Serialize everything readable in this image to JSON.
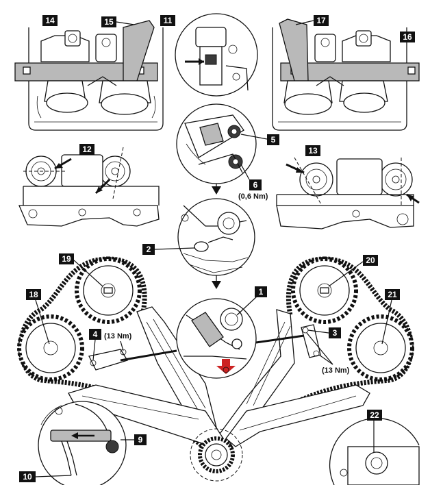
{
  "callouts": {
    "c1": "1",
    "c2": "2",
    "c3": "3",
    "c4": "4",
    "c5": "5",
    "c6": "6",
    "c9": "9",
    "c10": "10",
    "c11": "11",
    "c12": "12",
    "c13": "13",
    "c14": "14",
    "c15": "15",
    "c16": "16",
    "c17": "17",
    "c18": "18",
    "c19": "19",
    "c20": "20",
    "c21": "21",
    "c22": "22"
  },
  "torque": {
    "t6": "(0,6 Nm)",
    "t4": "(13 Nm)",
    "t3": "(13 Nm)"
  },
  "colors": {
    "ink": "#111111",
    "fill": "#ffffff",
    "shade": "#b9b9b9",
    "red_arrow": "#cc2222"
  }
}
